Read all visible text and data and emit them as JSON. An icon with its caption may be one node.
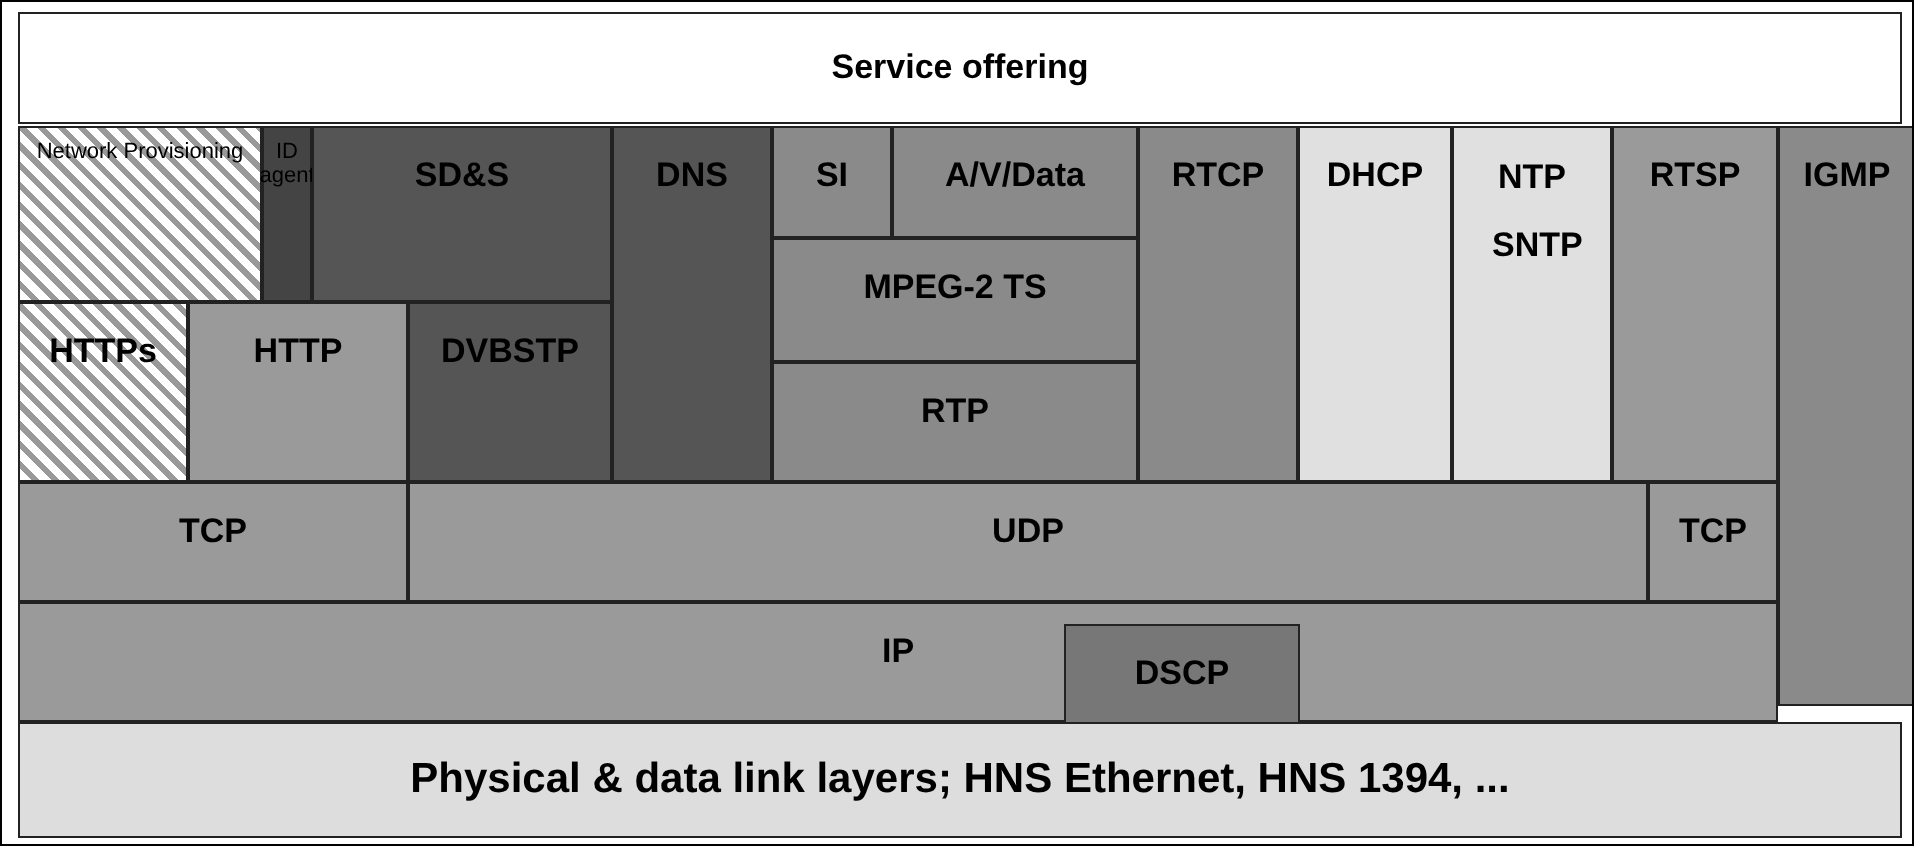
{
  "diagram": {
    "nodes": [
      {
        "text": [
          "Service offering"
        ]
      },
      {
        "text": [
          "Network Provisioning"
        ]
      },
      {
        "text": [
          "ID agent"
        ]
      },
      {
        "text": [
          "SD&S"
        ]
      },
      {
        "text": [
          "DNS"
        ]
      },
      {
        "text": [
          "SI"
        ]
      },
      {
        "text": [
          "A/V/Data"
        ]
      },
      {
        "text": [
          "MPEG-2 TS"
        ]
      },
      {
        "text": [
          "RTCP"
        ]
      },
      {
        "text": [
          "DHCP"
        ]
      },
      {
        "text": [
          "NTP SNTP"
        ]
      },
      {
        "text": [
          "RTSP"
        ]
      },
      {
        "text": [
          "IGMP"
        ]
      },
      {
        "text": [
          "RTP"
        ]
      },
      {
        "text": [
          "HTTPs"
        ]
      },
      {
        "text": [
          "HTTP"
        ]
      },
      {
        "text": [
          "DVBSTP"
        ]
      },
      {
        "text": [
          "TCP"
        ]
      },
      {
        "text": [
          "UDP"
        ]
      },
      {
        "text": [
          "TCP"
        ]
      },
      {
        "text": [
          "IP"
        ]
      },
      {
        "text": [
          "DSCP"
        ],
        "in": 20
      },
      {
        "text": [
          "Physical & data link layers; HNS Ethernet, HNS 1394, ..."
        ]
      }
    ]
  }
}
